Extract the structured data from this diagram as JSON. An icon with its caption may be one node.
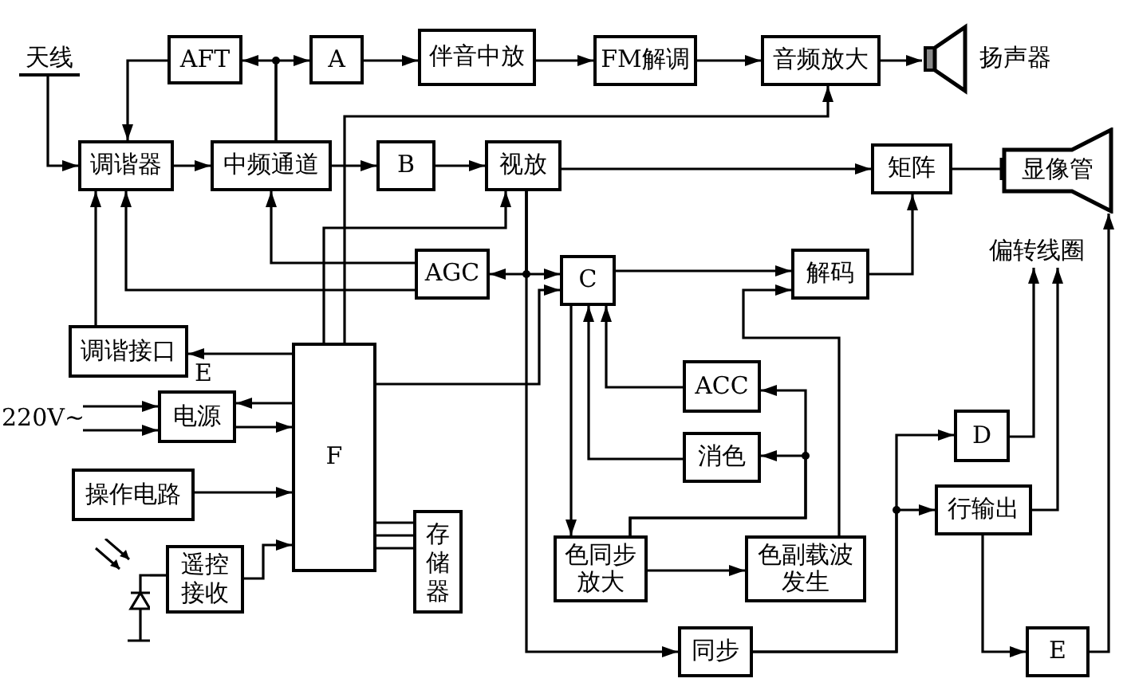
{
  "diagram": {
    "nodes": [
      {
        "text": [
          "天线"
        ]
      },
      {
        "text": [
          "AFT"
        ]
      },
      {
        "text": [
          "A"
        ]
      },
      {
        "text": [
          "伴音中放"
        ]
      },
      {
        "text": [
          "FM解调"
        ]
      },
      {
        "text": [
          "音频放大"
        ]
      },
      {
        "text": [
          "扬声器"
        ]
      },
      {
        "text": [
          "调谐器"
        ]
      },
      {
        "text": [
          "中频通道"
        ]
      },
      {
        "text": [
          "B"
        ]
      },
      {
        "text": [
          "视放"
        ]
      },
      {
        "text": [
          "矩阵"
        ]
      },
      {
        "text": [
          "显像管"
        ]
      },
      {
        "text": [
          "AGC"
        ]
      },
      {
        "text": [
          "C"
        ]
      },
      {
        "text": [
          "解码"
        ]
      },
      {
        "text": [
          "偏转线圈"
        ]
      },
      {
        "text": [
          "调谐接口"
        ]
      },
      {
        "text": [
          "F"
        ]
      },
      {
        "text": [
          "电源"
        ]
      },
      {
        "text": [
          "操作电路"
        ]
      },
      {
        "text": [
          "遥控接收"
        ]
      },
      {
        "text": [
          "存储器"
        ]
      },
      {
        "text": [
          "ACC"
        ]
      },
      {
        "text": [
          "消色"
        ]
      },
      {
        "text": [
          "色同步放大"
        ]
      },
      {
        "text": [
          "色副载波发生"
        ]
      },
      {
        "text": [
          "同步"
        ]
      },
      {
        "text": [
          "D"
        ]
      },
      {
        "text": [
          "行输出"
        ]
      },
      {
        "text": [
          "E"
        ]
      },
      {
        "text": [
          "220V~"
        ]
      },
      {
        "text": [],
        "shape": "picture"
      }
    ],
    "edges": [
      {
        "from": 0,
        "to": 7,
        "arrow": "to"
      },
      {
        "from": 8,
        "to": 1,
        "arrow": "to"
      },
      {
        "from": 8,
        "to": 2,
        "arrow": "to"
      },
      {
        "from": 1,
        "to": 7,
        "arrow": "to"
      },
      {
        "from": 2,
        "to": 3,
        "arrow": "to"
      },
      {
        "from": 3,
        "to": 4,
        "arrow": "to"
      },
      {
        "from": 4,
        "to": 5,
        "arrow": "to"
      },
      {
        "from": 5,
        "to": 6,
        "arrow": "to"
      },
      {
        "from": 7,
        "to": 8,
        "arrow": "to"
      },
      {
        "from": 8,
        "to": 9,
        "arrow": "to"
      },
      {
        "from": 9,
        "to": 10,
        "arrow": "to"
      },
      {
        "from": 10,
        "to": 11,
        "arrow": "to"
      },
      {
        "from": 11,
        "to": 12,
        "arrow": "other"
      },
      {
        "from": 15,
        "to": 11,
        "arrow": "to"
      },
      {
        "from": 14,
        "to": 15,
        "arrow": "to"
      },
      {
        "from": 26,
        "to": 15,
        "arrow": "to"
      },
      {
        "from": 13,
        "to": 8,
        "arrow": "to"
      },
      {
        "from": 13,
        "to": 7,
        "arrow": "to"
      },
      {
        "from": 10,
        "to": 13,
        "arrow": "to"
      },
      {
        "from": 10,
        "to": 14,
        "arrow": "to"
      },
      {
        "from": 10,
        "to": 27,
        "arrow": "to"
      },
      {
        "from": 18,
        "to": 14,
        "arrow": "to"
      },
      {
        "from": 18,
        "to": 10,
        "arrow": "to"
      },
      {
        "from": 18,
        "to": 5,
        "arrow": "to"
      },
      {
        "from": 18,
        "to": 17,
        "arrow": "to"
      },
      {
        "from": 17,
        "to": 7,
        "arrow": "to"
      },
      {
        "from": 31,
        "to": 19,
        "arrow": "to"
      },
      {
        "from": 31,
        "to": 19,
        "arrow": "to"
      },
      {
        "from": 18,
        "to": 19,
        "arrow": "to"
      },
      {
        "from": 19,
        "to": 18,
        "arrow": "to"
      },
      {
        "from": 20,
        "to": 18,
        "arrow": "to"
      },
      {
        "from": 21,
        "to": 18,
        "arrow": "to"
      },
      {
        "from": 32,
        "to": 21,
        "arrow": "none"
      },
      {
        "from": 18,
        "to": 22,
        "arrow": "none"
      },
      {
        "from": 18,
        "to": 22,
        "arrow": "none"
      },
      {
        "from": 18,
        "to": 22,
        "arrow": "none"
      },
      {
        "from": 14,
        "to": 25,
        "arrow": "to"
      },
      {
        "from": 23,
        "to": 14,
        "arrow": "to"
      },
      {
        "from": 24,
        "to": 14,
        "arrow": "to"
      },
      {
        "from": 25,
        "to": 24,
        "arrow": "to"
      },
      {
        "from": 25,
        "to": 23,
        "arrow": "to"
      },
      {
        "from": 25,
        "to": 26,
        "arrow": "to"
      },
      {
        "from": 27,
        "to": 28,
        "arrow": "to"
      },
      {
        "from": 27,
        "to": 29,
        "arrow": "to"
      },
      {
        "from": 28,
        "to": 16,
        "arrow": "to"
      },
      {
        "from": 29,
        "to": 16,
        "arrow": "to"
      },
      {
        "from": 29,
        "to": 30,
        "arrow": "to"
      },
      {
        "from": 30,
        "to": 12,
        "arrow": "to"
      }
    ],
    "labels": [
      "E"
    ]
  }
}
